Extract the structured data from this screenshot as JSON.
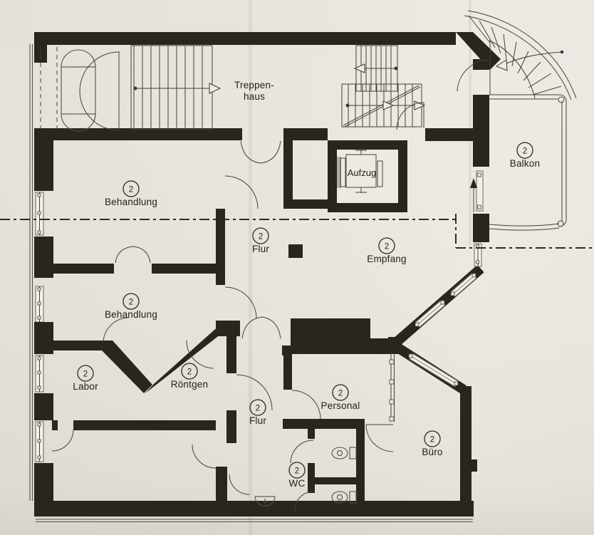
{
  "plan": {
    "title_hint": "floor plan level 2",
    "unit_number": "2",
    "rooms": [
      {
        "unit": "2",
        "name": "Behandlung"
      },
      {
        "unit": "2",
        "name": "Flur"
      },
      {
        "unit": "2",
        "name": "Empfang"
      },
      {
        "unit": "2",
        "name": "Balkon"
      },
      {
        "unit": "2",
        "name": "Behandlung"
      },
      {
        "unit": "2",
        "name": "Labor"
      },
      {
        "unit": "2",
        "name": "Röntgen"
      },
      {
        "unit": "2",
        "name": "Flur"
      },
      {
        "unit": "2",
        "name": "Personal"
      },
      {
        "unit": "2",
        "name": "Büro"
      },
      {
        "unit": "2",
        "name": "WC"
      }
    ],
    "labels": {
      "treppenhaus_line1": "Treppen-",
      "treppenhaus_line2": "haus",
      "aufzug": "Aufzug"
    },
    "colors": {
      "paper": "#e8e4dc",
      "wall_ink": "#29251f"
    }
  }
}
